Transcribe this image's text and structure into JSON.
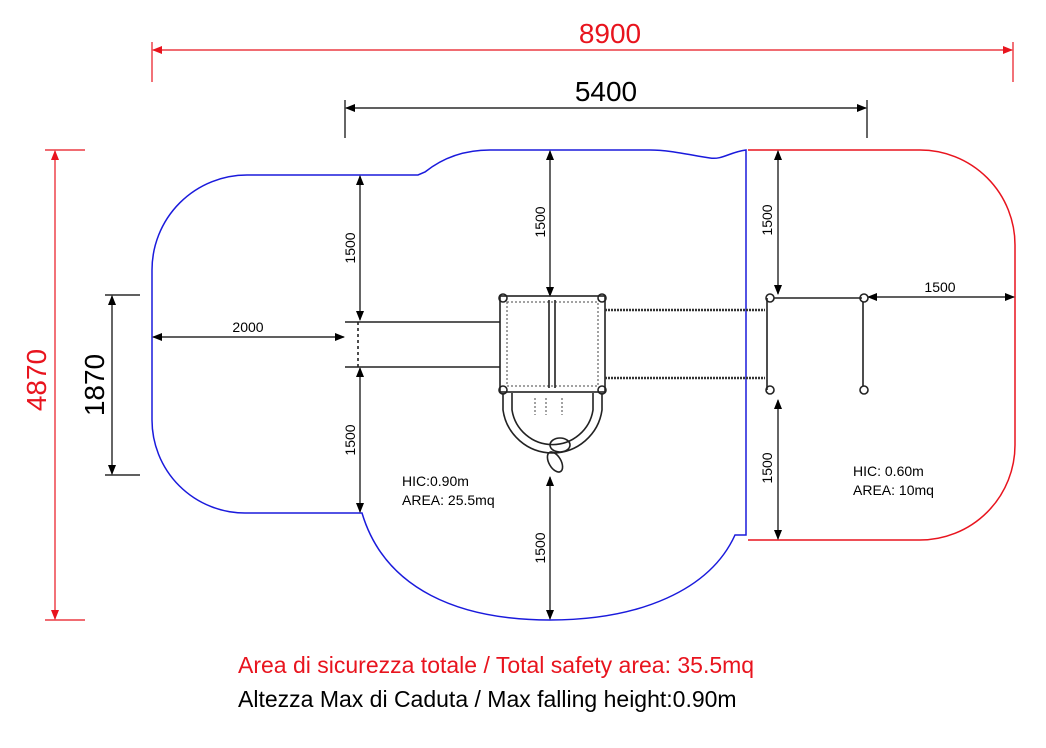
{
  "colors": {
    "zone_main": "#1a1adc",
    "zone_secondary": "#e8141e",
    "overall_dims": "#e8141e",
    "lines": "#000000"
  },
  "dimensions": {
    "overall_width": "8900",
    "structure_width": "5400",
    "overall_depth": "4870",
    "deck_depth": "1870",
    "left_clearance": "2000",
    "top_clearance_left": "1500",
    "top_clearance_center": "1500",
    "bottom_clearance_left": "1500",
    "bottom_clearance_center": "1500",
    "top_clearance_right": "1500",
    "bottom_clearance_right": "1500",
    "right_clearance": "1500"
  },
  "zones": {
    "main": {
      "hic": "HIC:0.90m",
      "area": "AREA: 25.5mq"
    },
    "secondary": {
      "hic": "HIC: 0.60m",
      "area": "AREA: 10mq"
    }
  },
  "footer": {
    "total_area": "Area di sicurezza totale / Total safety area: 35.5mq",
    "max_height": "Altezza Max di Caduta / Max falling height:0.90m"
  }
}
